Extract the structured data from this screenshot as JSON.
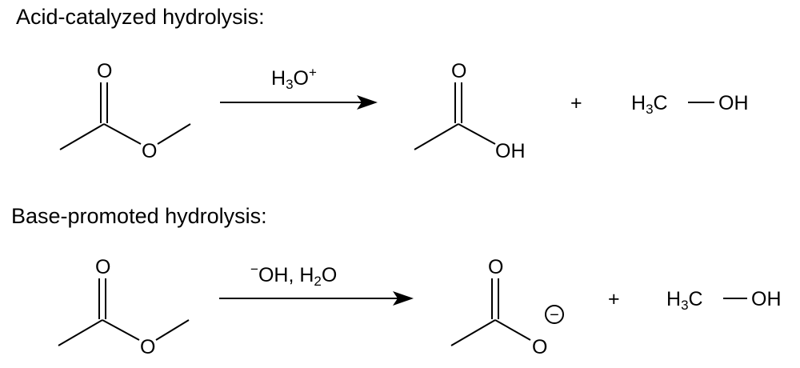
{
  "acid": {
    "heading": "Acid-catalyzed hydrolysis:",
    "reagent": {
      "base": "H",
      "sub": "3",
      "main": "O",
      "sup": "+"
    },
    "reactant": {
      "carbonyl_o": "O",
      "ester_o": "O"
    },
    "product": {
      "carbonyl_o": "O",
      "oh": "OH"
    },
    "plus": "+",
    "methanol": {
      "h": "H",
      "sub": "3",
      "c": "C",
      "oh": "OH"
    }
  },
  "base": {
    "heading": "Base-promoted hydrolysis:",
    "reagent": {
      "prefix": "−",
      "main": "OH, H",
      "sub": "2",
      "end": "O"
    },
    "reactant": {
      "carbonyl_o": "O",
      "ester_o": "O"
    },
    "product": {
      "carbonyl_o": "O",
      "anion_o": "O",
      "charge": "−"
    },
    "plus": "+",
    "methanol": {
      "h": "H",
      "sub": "3",
      "c": "C",
      "oh": "OH"
    }
  }
}
